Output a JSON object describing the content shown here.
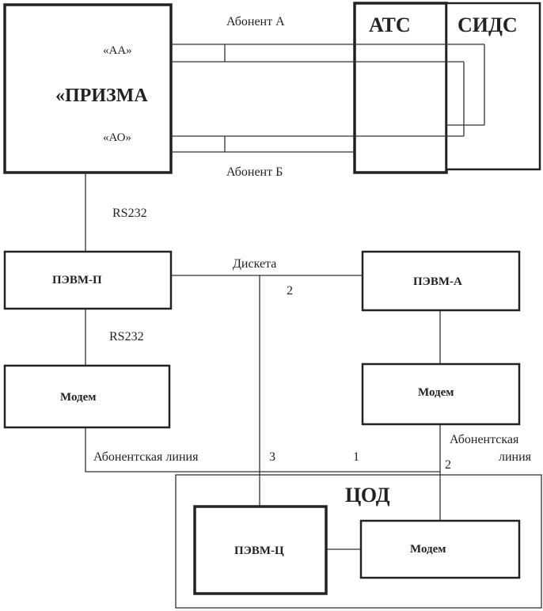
{
  "diagram": {
    "prizma": {
      "title": "«ПРИЗМА",
      "port_aa": "«АА»",
      "port_ao": "«АО»"
    },
    "ats": "АТС",
    "sids": "СИДС",
    "subscriber_a": "Абонент А",
    "subscriber_b": "Абонент Б",
    "rs232_top": "RS232",
    "rs232_bottom": "RS232",
    "pevm_p": "ПЭВМ-П",
    "pevm_a": "ПЭВМ-А",
    "pevm_c": "ПЭВМ-Ц",
    "modem_left": "Модем",
    "modem_right": "Модем",
    "modem_cod": "Модем",
    "diskette": "Дискета",
    "num_2_top": "2",
    "num_3": "3",
    "num_1": "1",
    "num_2_right": "2",
    "sub_line_left": "Абонентская линия",
    "sub_line_right_1": "Абонентская",
    "sub_line_right_2": "линия",
    "cod": "ЦОД"
  }
}
